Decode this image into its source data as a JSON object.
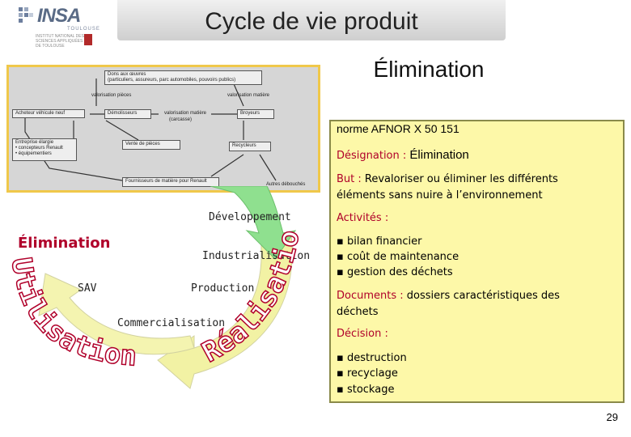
{
  "logo": {
    "brand": "INSA",
    "city": "TOULOUSE",
    "subtitle": "INSTITUT NATIONAL DES SCIENCES APPLIQUÉES DE TOULOUSE"
  },
  "slide": {
    "title": "Cycle de vie produit",
    "subtitle": "Élimination",
    "page_number": "29"
  },
  "diagram": {
    "top_node": "Dons aux œuvres\n(particuliers, assureurs, parc automobiles, pouvoirs publics)",
    "valorisation_pieces": "valorisation pièces",
    "valorisation_matiere_top": "valorisation matière",
    "acheteur": "Acheteur véhicule neuf",
    "demolisseurs": "Démolisseurs",
    "valorisation_matiere_mid": "valorisation matière",
    "carcasse": "(carcasse)",
    "broyeurs": "Broyeurs",
    "entreprise": "Entreprise élargie\n• concepteurs Renault\n• équipementiers",
    "vente": "Vente de pièces",
    "recycleurs": "Recycleurs",
    "fournisseurs": "Fournisseurs de matière pour Renault",
    "autres": "Autres débouchés"
  },
  "info": {
    "norme": "norme AFNOR X 50 151",
    "designation_label": "Désignation :",
    "designation_value": "Élimination",
    "but_label": "But :",
    "but_line1": "Revaloriser ou éliminer les différents",
    "but_line2": "éléments sans nuire à l’environnement",
    "activites_label": "Activités :",
    "activites": [
      "bilan financier",
      "coût de maintenance",
      "gestion des déchets"
    ],
    "documents_label": "Documents :",
    "documents_line1": "dossiers caractéristiques des",
    "documents_line2": "déchets",
    "decision_label": "Décision :",
    "decisions": [
      "destruction",
      "recyclage",
      "stockage"
    ]
  },
  "cycle": {
    "developpement": "Développement",
    "elimination": "Élimination",
    "industrialisation": "Industrialisation",
    "sav": "SAV",
    "production": "Production",
    "commercialisation": "Commercialisation",
    "utilisation": "Utilisation",
    "realisation": "Réalisation",
    "colors": {
      "yellow_arrow": "#f2f2a4",
      "green_arrow": "#8fe08f",
      "red_text": "#b0002a"
    }
  }
}
